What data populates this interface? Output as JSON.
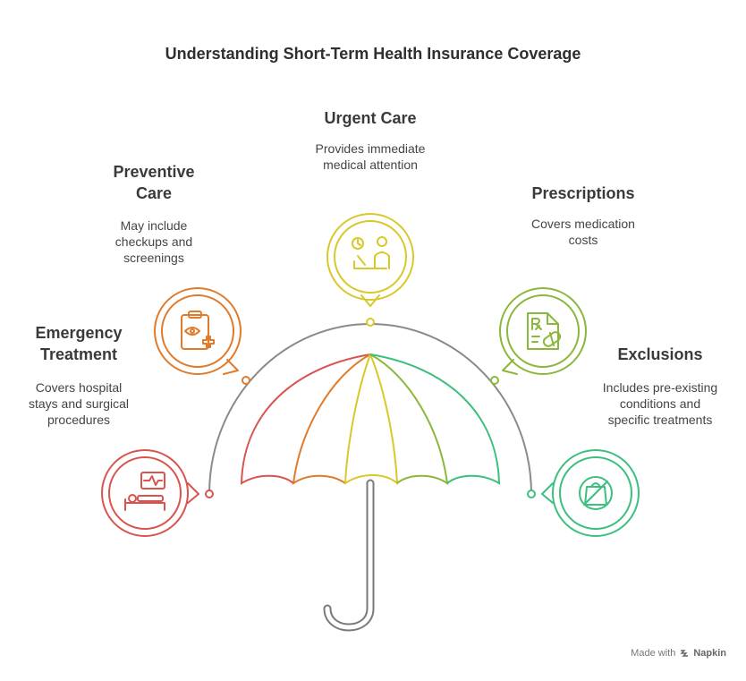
{
  "title": "Understanding Short-Term Health Insurance Coverage",
  "items": [
    {
      "title": "Emergency Treatment",
      "title_lines": [
        "Emergency",
        "Treatment"
      ],
      "desc": [
        "Covers hospital",
        "stays and surgical",
        "procedures"
      ],
      "color": "#d9534f",
      "icon": "hospital-bed-monitor-icon"
    },
    {
      "title": "Preventive Care",
      "title_lines": [
        "Preventive",
        "Care"
      ],
      "desc": [
        "May include",
        "checkups and",
        "screenings"
      ],
      "color": "#e07b2c",
      "icon": "clipboard-eye-medical-icon"
    },
    {
      "title": "Urgent Care",
      "title_lines": [
        "Urgent Care"
      ],
      "desc": [
        "Provides immediate",
        "medical attention"
      ],
      "color": "#d8c82a",
      "icon": "doctor-clock-icon"
    },
    {
      "title": "Prescriptions",
      "title_lines": [
        "Prescriptions"
      ],
      "desc": [
        "Covers medication",
        "costs"
      ],
      "color": "#8ab83a",
      "icon": "prescription-pill-icon"
    },
    {
      "title": "Exclusions",
      "title_lines": [
        "Exclusions"
      ],
      "desc": [
        "Includes pre-existing",
        "conditions and",
        "specific treatments"
      ],
      "color": "#3cbf7f",
      "icon": "no-bag-icon"
    }
  ],
  "colors": {
    "umbrella": [
      "#d9534f",
      "#e07b2c",
      "#d8c82a",
      "#8ab83a",
      "#3cbf7f"
    ],
    "arc": "#777777",
    "handle": "#7a7a7a"
  },
  "footer": {
    "made_with": "Made with",
    "brand": "Napkin",
    "icon": "napkin-logo-icon"
  }
}
